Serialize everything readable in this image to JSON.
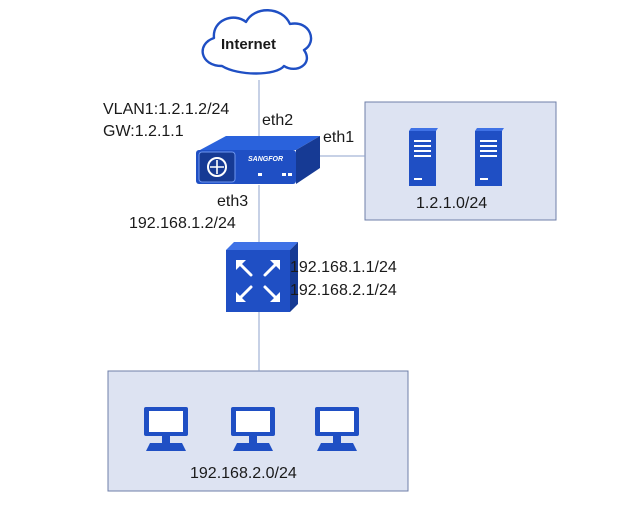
{
  "cloud": {
    "label": "Internet"
  },
  "firewall": {
    "brand": "SANGFOR",
    "wan_ip": "VLAN1:1.2.1.2/24",
    "gateway": "GW:1.2.1.1",
    "port_up": "eth2",
    "port_right": "eth1",
    "port_down": "eth3",
    "lan_ip": "192.168.1.2/24"
  },
  "switch": {
    "ip1": "192.168.1.1/24",
    "ip2": "192.168.2.1/24"
  },
  "server_zone": {
    "subnet": "1.2.1.0/24"
  },
  "client_zone": {
    "subnet": "192.168.2.0/24"
  },
  "colors": {
    "device_blue": "#1f4fc4",
    "device_dark": "#163a94",
    "zone_fill": "#dde3f2",
    "zone_border": "#6f7fa8",
    "link": "#8fa3cc"
  }
}
